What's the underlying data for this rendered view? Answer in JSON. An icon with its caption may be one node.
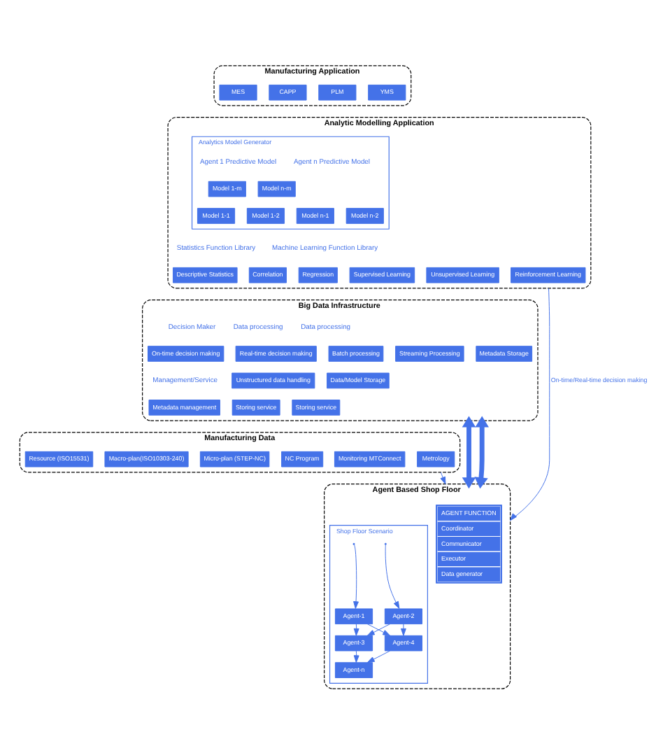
{
  "diagram": {
    "nodes": [
      {
        "text": [
          "Manufacturing Application"
        ]
      },
      {
        "text": [
          "MES"
        ],
        "in": 0
      },
      {
        "text": [
          "CAPP"
        ],
        "in": 0
      },
      {
        "text": [
          "PLM"
        ],
        "in": 0
      },
      {
        "text": [
          "YMS"
        ],
        "in": 0
      },
      {
        "text": [
          "Analytic Modelling Application"
        ]
      },
      {
        "text": [
          "Analytics Model Generator"
        ],
        "in": 5
      },
      {
        "text": [
          "Model 1-m"
        ],
        "in": 6
      },
      {
        "text": [
          "Model 1-1"
        ],
        "in": 6
      },
      {
        "text": [
          "Model 1-2"
        ],
        "in": 6
      },
      {
        "text": [
          "Model n-m"
        ],
        "in": 6
      },
      {
        "text": [
          "Model n-1"
        ],
        "in": 6
      },
      {
        "text": [
          "Model n-2"
        ],
        "in": 6
      },
      {
        "text": [
          "Descriptive Statistics"
        ],
        "in": 5
      },
      {
        "text": [
          "Correlation"
        ],
        "in": 5
      },
      {
        "text": [
          "Regression"
        ],
        "in": 5
      },
      {
        "text": [
          "Supervised Learning"
        ],
        "in": 5
      },
      {
        "text": [
          "Unsupervised Learning"
        ],
        "in": 5
      },
      {
        "text": [
          "Reinforcement Learning"
        ],
        "in": 5
      },
      {
        "text": [
          "Big Data Infrastructure"
        ]
      },
      {
        "text": [
          "On-time decision making"
        ],
        "in": 19
      },
      {
        "text": [
          "Real-time decision making"
        ],
        "in": 19
      },
      {
        "text": [
          "Batch processing"
        ],
        "in": 19
      },
      {
        "text": [
          "Streaming Processing"
        ],
        "in": 19
      },
      {
        "text": [
          "Metadata Storage"
        ],
        "in": 19
      },
      {
        "text": [
          "Metadata management"
        ],
        "in": 19
      },
      {
        "text": [
          "Storing service"
        ],
        "in": 19
      },
      {
        "text": [
          "Storing service"
        ],
        "in": 19
      },
      {
        "text": [
          "Unstructured data handling"
        ],
        "in": 19
      },
      {
        "text": [
          "Data/Model Storage"
        ],
        "in": 19
      },
      {
        "text": [
          "Manufacturing Data"
        ]
      },
      {
        "text": [
          "Resource (ISO15531)"
        ],
        "in": 30
      },
      {
        "text": [
          "Macro-plan(ISO10303-240)"
        ],
        "in": 30
      },
      {
        "text": [
          "Micro-plan (STEP-NC)"
        ],
        "in": 30
      },
      {
        "text": [
          "NC Program"
        ],
        "in": 30
      },
      {
        "text": [
          "Monitoring MTConnect"
        ],
        "in": 30
      },
      {
        "text": [
          "Metrology"
        ],
        "in": 30
      },
      {
        "text": [
          "Agent Based Shop Floor"
        ]
      },
      {
        "text": [
          "Shop Floor Scenario"
        ],
        "in": 37
      },
      {
        "text": [
          "Agent-1"
        ],
        "in": 38
      },
      {
        "text": [
          "Agent-3"
        ],
        "in": 38
      },
      {
        "text": [
          "Agent-2"
        ],
        "in": 38
      },
      {
        "text": [
          "Agent-4"
        ],
        "in": 38
      },
      {
        "text": [
          "Agent-n"
        ],
        "in": 38
      },
      {
        "text": [
          "AGENT FUNCTION",
          "Coordinator",
          "Communicator",
          "Executor",
          "Data generator"
        ],
        "in": 37
      }
    ],
    "edges": [
      {
        "from": 19,
        "to": 37,
        "arrow": "both",
        "style": "thick"
      },
      {
        "from": 19,
        "to": 37,
        "arrow": "both",
        "style": "thick"
      },
      {
        "from": 5,
        "to": 37,
        "arrow": "to",
        "label": "On-time/Real-time decision making"
      },
      {
        "from": 30,
        "to": 37,
        "arrow": "to"
      },
      {
        "from": null,
        "to": 39,
        "arrow": "to"
      },
      {
        "from": null,
        "to": 41,
        "arrow": "to"
      },
      {
        "from": 39,
        "to": 40,
        "arrow": "to"
      },
      {
        "from": 39,
        "to": 42,
        "arrow": "to"
      },
      {
        "from": 41,
        "to": 40,
        "arrow": "to"
      },
      {
        "from": 41,
        "to": 42,
        "arrow": "to"
      },
      {
        "from": 40,
        "to": 43,
        "arrow": "to"
      },
      {
        "from": 42,
        "to": 43,
        "arrow": "to"
      }
    ],
    "labels": [
      "Agent 1 Predictive Model",
      "Agent n Predictive Model",
      "Statistics Function Library",
      "Machine Learning Function Library",
      "Decision Maker",
      "Data processing",
      "Data processing",
      "Management/Service"
    ]
  }
}
